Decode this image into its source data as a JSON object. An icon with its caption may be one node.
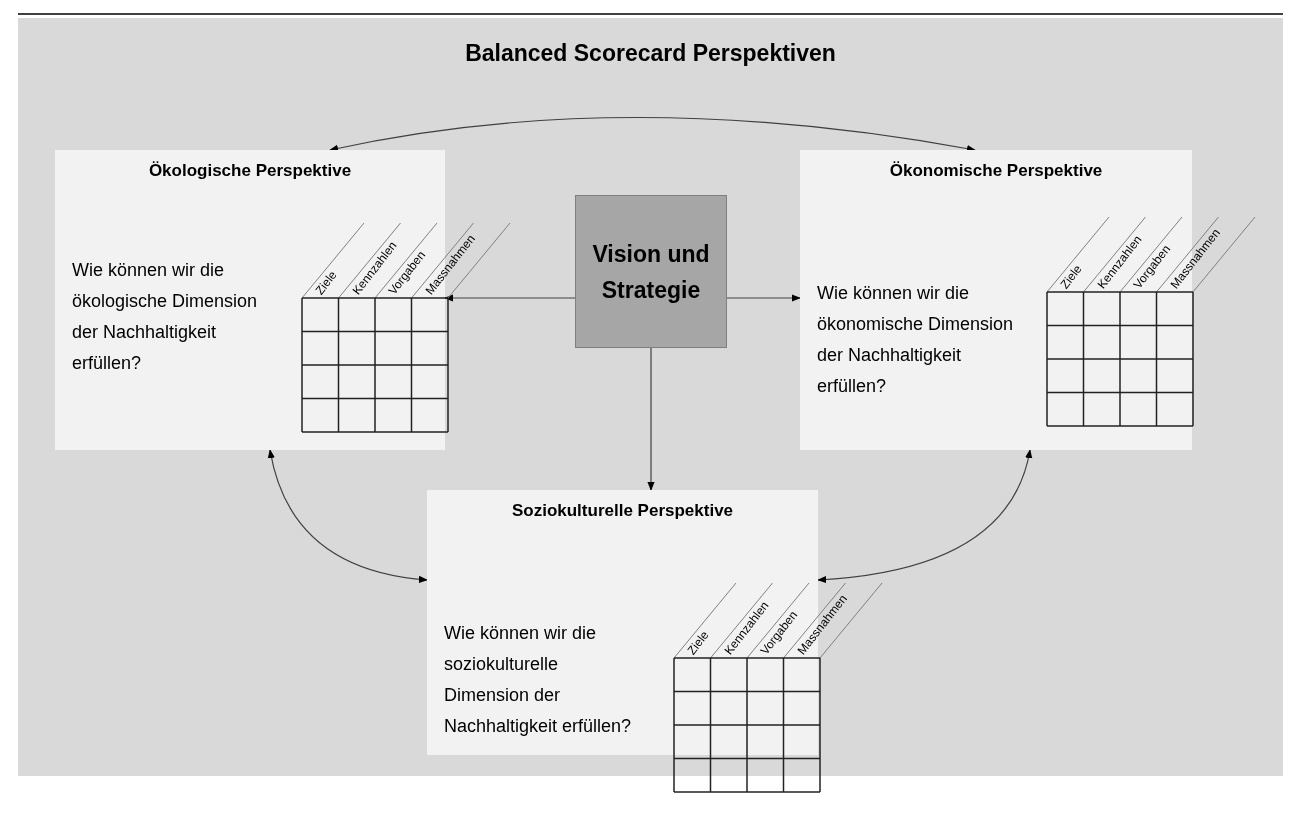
{
  "diagram": {
    "title": "Balanced Scorecard Perspektiven",
    "nodes": [
      {
        "text": [
          "Ökologische Perspektive",
          "Wie können wir die ökologische Dimension der Nachhaltigkeit erfüllen?"
        ]
      },
      {
        "text": [
          "Vision und Strategie"
        ]
      },
      {
        "text": [
          "Ökonomische Perspektive",
          "Wie können wir die ökonomische Dimension der Nachhaltigkeit erfüllen?"
        ]
      },
      {
        "text": [
          "Soziokulturelle Perspektive",
          "Wie können wir die soziokulturelle Dimension der Nachhaltigkeit erfüllen?"
        ]
      }
    ],
    "edges": [
      {
        "from": 1,
        "to": 0,
        "arrow": "to"
      },
      {
        "from": 1,
        "to": 2,
        "arrow": "to"
      },
      {
        "from": 1,
        "to": 3,
        "arrow": "to"
      },
      {
        "from": 0,
        "to": 2,
        "arrow": "both"
      },
      {
        "from": 0,
        "to": 3,
        "arrow": "both"
      },
      {
        "from": 2,
        "to": 3,
        "arrow": "both"
      }
    ],
    "labels": [
      "Ziele",
      "Kennzahlen",
      "Vorgaben",
      "Massnahmen",
      "Ziele",
      "Kennzahlen",
      "Vorgaben",
      "Massnahmen",
      "Ziele",
      "Kennzahlen",
      "Vorgaben",
      "Massnahmen"
    ]
  }
}
